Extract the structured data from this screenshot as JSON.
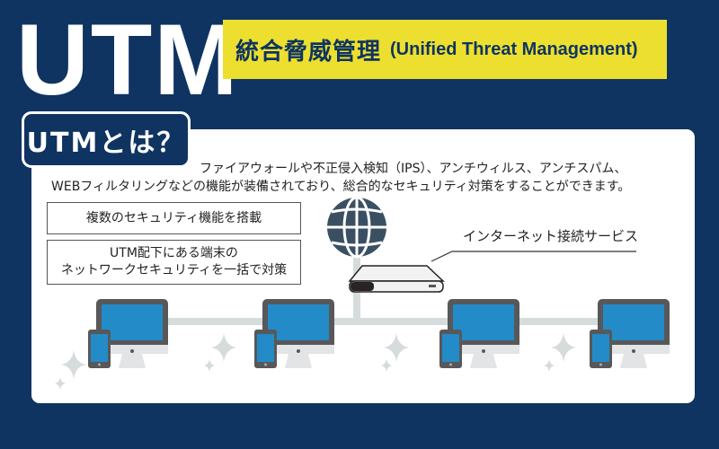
{
  "header": {
    "title": "UTM",
    "subtitle_jp": "統合脅威管理",
    "subtitle_en": "(Unified Threat Management)"
  },
  "section": {
    "badge": "UTMとは？",
    "description_line1": "ファイアウォールや不正侵入検知（IPS）、アンチウィルス、アンチスパム、",
    "description_line2": "WEBフィルタリングなどの機能が装備されており、総合的なセキュリティ対策をすることができます。"
  },
  "features": [
    {
      "line1": "複数のセキュリティ機能を搭載"
    },
    {
      "line1": "UTM配下にある端末の",
      "line2": "ネットワークセキュリティを一括で対策"
    }
  ],
  "diagram": {
    "internet_icon": "globe-icon",
    "utm_device_label": "インターネット接続サービス",
    "utm_device_icon": "utm-appliance-icon",
    "endpoints": [
      {
        "icon": "desktop-and-phone-icon"
      },
      {
        "icon": "desktop-and-phone-icon"
      },
      {
        "icon": "desktop-and-phone-icon"
      },
      {
        "icon": "desktop-and-phone-icon"
      }
    ],
    "colors": {
      "background": "#0f3461",
      "accent_yellow": "#ecdf2f",
      "screen_blue": "#238bc7",
      "device_frame": "#58585a",
      "network_line": "#d6dbdc",
      "globe": "#3a5062"
    }
  }
}
